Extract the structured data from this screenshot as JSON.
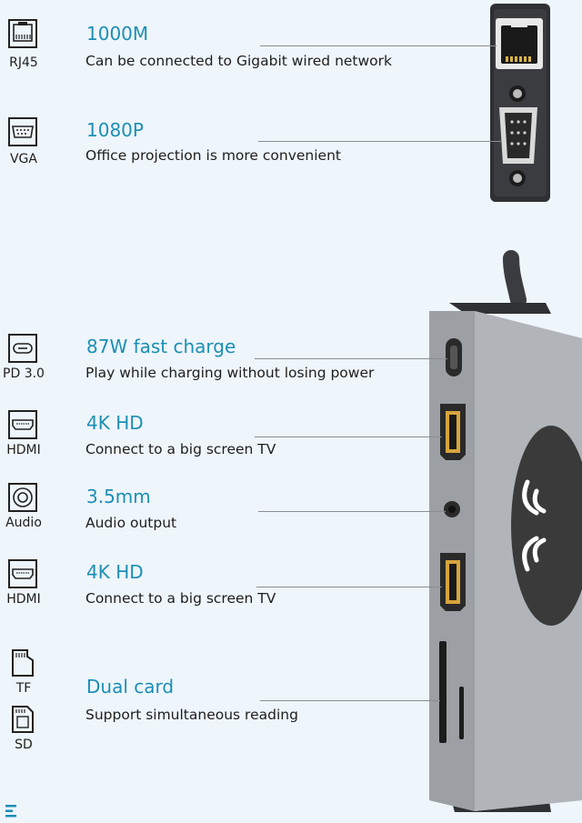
{
  "features": [
    {
      "icon": "rj45-port-icon",
      "icon_label": "RJ45",
      "title": "1000M",
      "desc": "Can be connected to Gigabit wired network"
    },
    {
      "icon": "vga-port-icon",
      "icon_label": "VGA",
      "title": "1080P",
      "desc": "Office projection is more convenient"
    },
    {
      "icon": "usb-c-port-icon",
      "icon_label": "PD 3.0",
      "title": "87W fast charge",
      "desc": "Play while charging without losing power"
    },
    {
      "icon": "hdmi-port-icon",
      "icon_label": "HDMI",
      "title": "4K HD",
      "desc": "Connect to a big screen TV"
    },
    {
      "icon": "audio-jack-icon",
      "icon_label": "Audio",
      "title": "3.5mm",
      "desc": "Audio output"
    },
    {
      "icon": "hdmi-port-icon",
      "icon_label": "HDMI",
      "title": "4K HD",
      "desc": "Connect to a big screen TV"
    },
    {
      "icon": "tf-card-icon",
      "icon_label": "TF",
      "title": "Dual card",
      "desc": "Support simultaneous reading"
    },
    {
      "icon": "sd-card-icon",
      "icon_label": "SD"
    }
  ],
  "colors": {
    "background": "#eef5fb",
    "accent": "#1c8fb5",
    "text": "#1e1e1e",
    "device_body": "#a7abb0",
    "wireless_pad": "#3a3a3a"
  }
}
